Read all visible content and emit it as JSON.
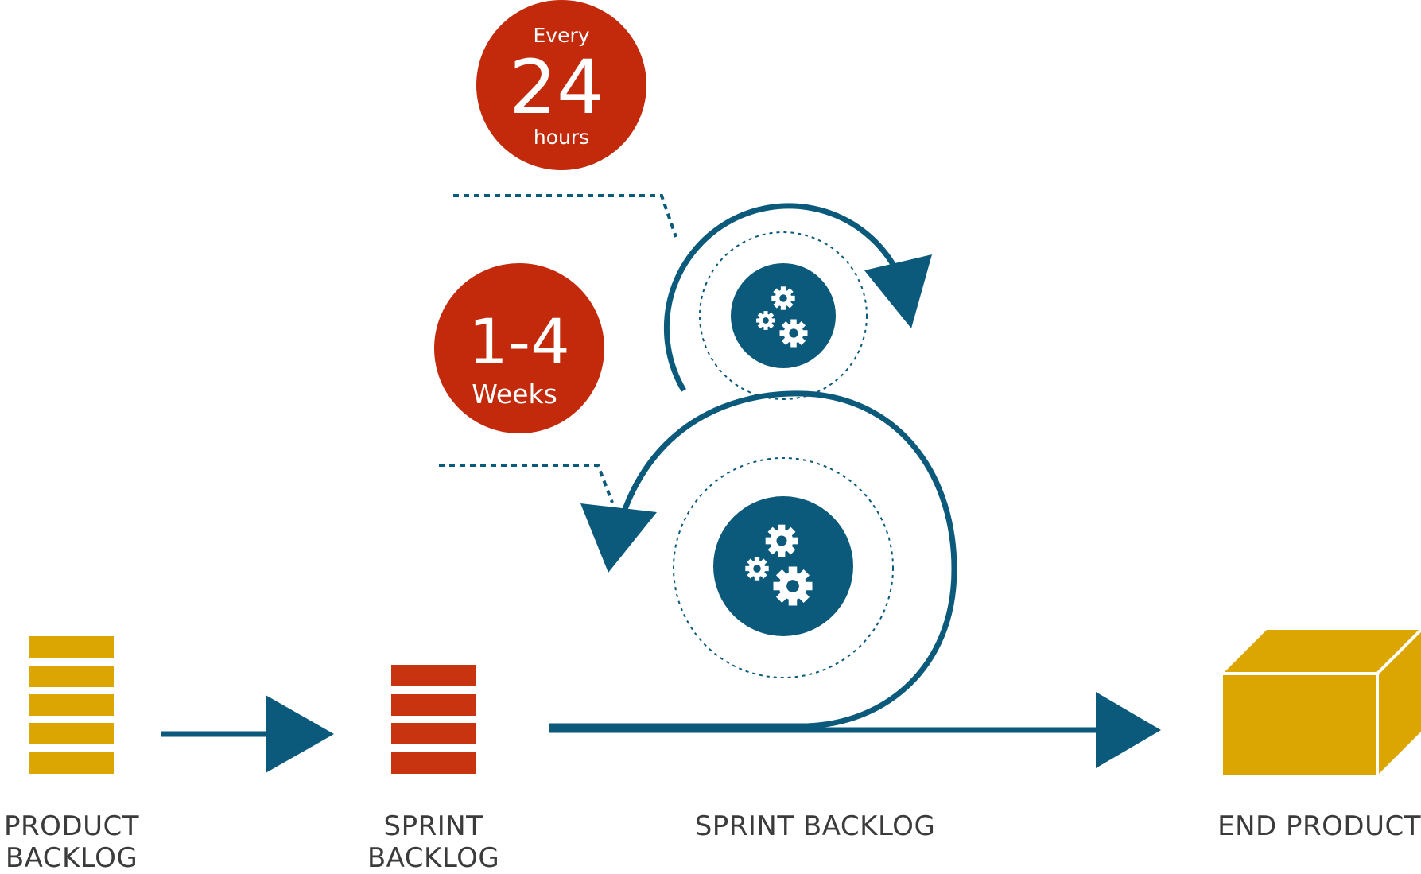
{
  "badges": {
    "daily": {
      "top": "Every",
      "number": "24",
      "bottom": "hours"
    },
    "sprint": {
      "number": "1-4",
      "bottom": "Weeks"
    }
  },
  "labels": {
    "product_backlog": [
      "PRODUCT",
      "BACKLOG"
    ],
    "sprint_backlog_stack": [
      "SPRINT",
      "BACKLOG"
    ],
    "sprint_backlog_flow": "SPRINT BACKLOG",
    "end_product": "END PRODUCT"
  },
  "icons": {
    "daily_cycle": "gears-icon",
    "sprint_cycle": "gears-icon",
    "product_backlog": "stack-icon",
    "sprint_backlog": "stack-icon",
    "end_product": "box-icon"
  },
  "colors": {
    "badge_red": "#c22a0b",
    "process_blue": "#0b5a7c",
    "product_yellow": "#dba502",
    "sprint_red": "#c93410",
    "text": "#3b3b3b"
  }
}
